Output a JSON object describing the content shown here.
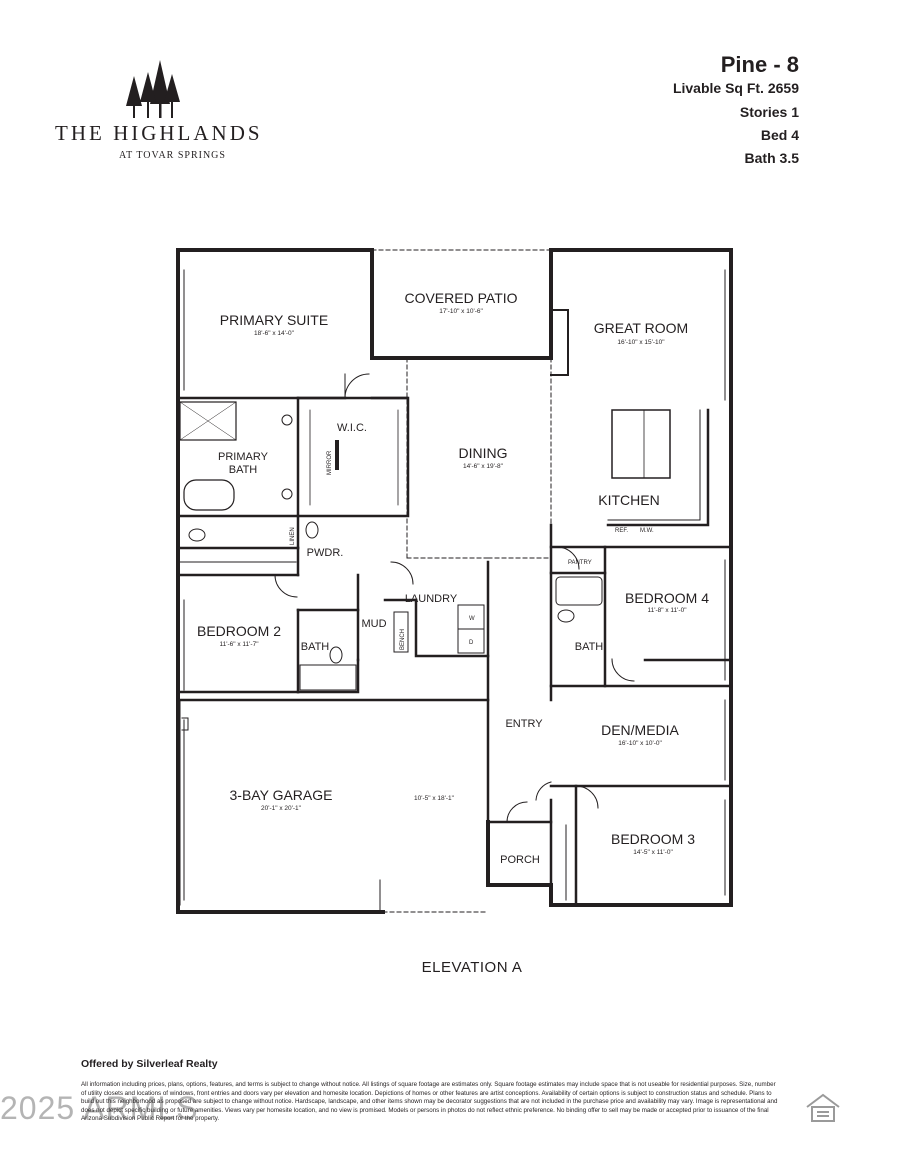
{
  "brand": {
    "name": "THE HIGHLANDS",
    "subtitle": "AT TOVAR SPRINGS",
    "logo_icon": "pine-trees-icon"
  },
  "plan": {
    "name": "Pine - 8",
    "specs": [
      "Livable Sq Ft. 2659",
      "Stories 1",
      "Bed 4",
      "Bath 3.5"
    ]
  },
  "rooms": {
    "primary_suite": {
      "label": "PRIMARY SUITE",
      "dim": "18'-6\" x 14'-0\""
    },
    "covered_patio": {
      "label": "COVERED PATIO",
      "dim": "17'-10\" x 10'-6\""
    },
    "great_room": {
      "label": "GREAT ROOM",
      "dim": "16'-10\" x 15'-10\""
    },
    "wic": {
      "label": "W.I.C."
    },
    "mirror": {
      "label": "MIRROR"
    },
    "primary_bath": {
      "label_line1": "PRIMARY",
      "label_line2": "BATH"
    },
    "dining": {
      "label": "DINING",
      "dim": "14'-6\" x 19'-8\""
    },
    "kitchen": {
      "label": "KITCHEN"
    },
    "ref": {
      "label": "REF."
    },
    "mw": {
      "label": "M.W."
    },
    "pantry": {
      "label": "PANTRY"
    },
    "linen": {
      "label": "LINEN"
    },
    "pwdr": {
      "label": "PWDR."
    },
    "laundry": {
      "label": "LAUNDRY"
    },
    "washer": {
      "label": "W"
    },
    "dryer": {
      "label": "D"
    },
    "bedroom4": {
      "label": "BEDROOM 4",
      "dim": "11'-8\" x 11'-0\""
    },
    "bedroom2": {
      "label": "BEDROOM 2",
      "dim": "11'-6\" x 11'-7\""
    },
    "mud": {
      "label": "MUD"
    },
    "bench": {
      "label": "BENCH"
    },
    "bath_left": {
      "label": "BATH"
    },
    "bath_right": {
      "label": "BATH"
    },
    "entry": {
      "label": "ENTRY"
    },
    "den_media": {
      "label": "DEN/MEDIA",
      "dim": "16'-10\" x 10'-0\""
    },
    "garage": {
      "label": "3-BAY GARAGE",
      "dim": "20'-1\" x 20'-1\"",
      "dim2": "10'-5\" x 18'-1\""
    },
    "bedroom3": {
      "label": "BEDROOM 3",
      "dim": "14'-5\" x 11'-0\""
    },
    "porch": {
      "label": "PORCH"
    }
  },
  "elevation": "ELEVATION A",
  "footer": {
    "offered_by": "Offered by Silverleaf Realty",
    "disclaimer": "All information including prices, plans, options, features, and terms is subject to change without notice. All listings of square footage are estimates only. Square footage estimates may include space that is not useable for residential purposes. Size, number of utility closets and locations of windows, front entries and doors vary per elevation and homesite location. Depictions of homes or other features are artist conceptions. Availability of certain options is subject to construction status and schedule. Plans to build out this neighborhood as proposed are subject to change without notice. Hardscape, landscape, and other items shown may be decorator suggestions that are not included in the purchase price and availability may vary. Image is representational and does not depict specific building or future amenities. Views vary per homesite location, and no view is promised. Models or persons in photos do not reflect ethnic preference. No binding offer to sell may be made or accepted prior to issuance of the final Arizona Subdivision Public Report for the property.",
    "watermark": "2025 ARMLS",
    "eho_icon": "equal-housing-opportunity-icon"
  }
}
